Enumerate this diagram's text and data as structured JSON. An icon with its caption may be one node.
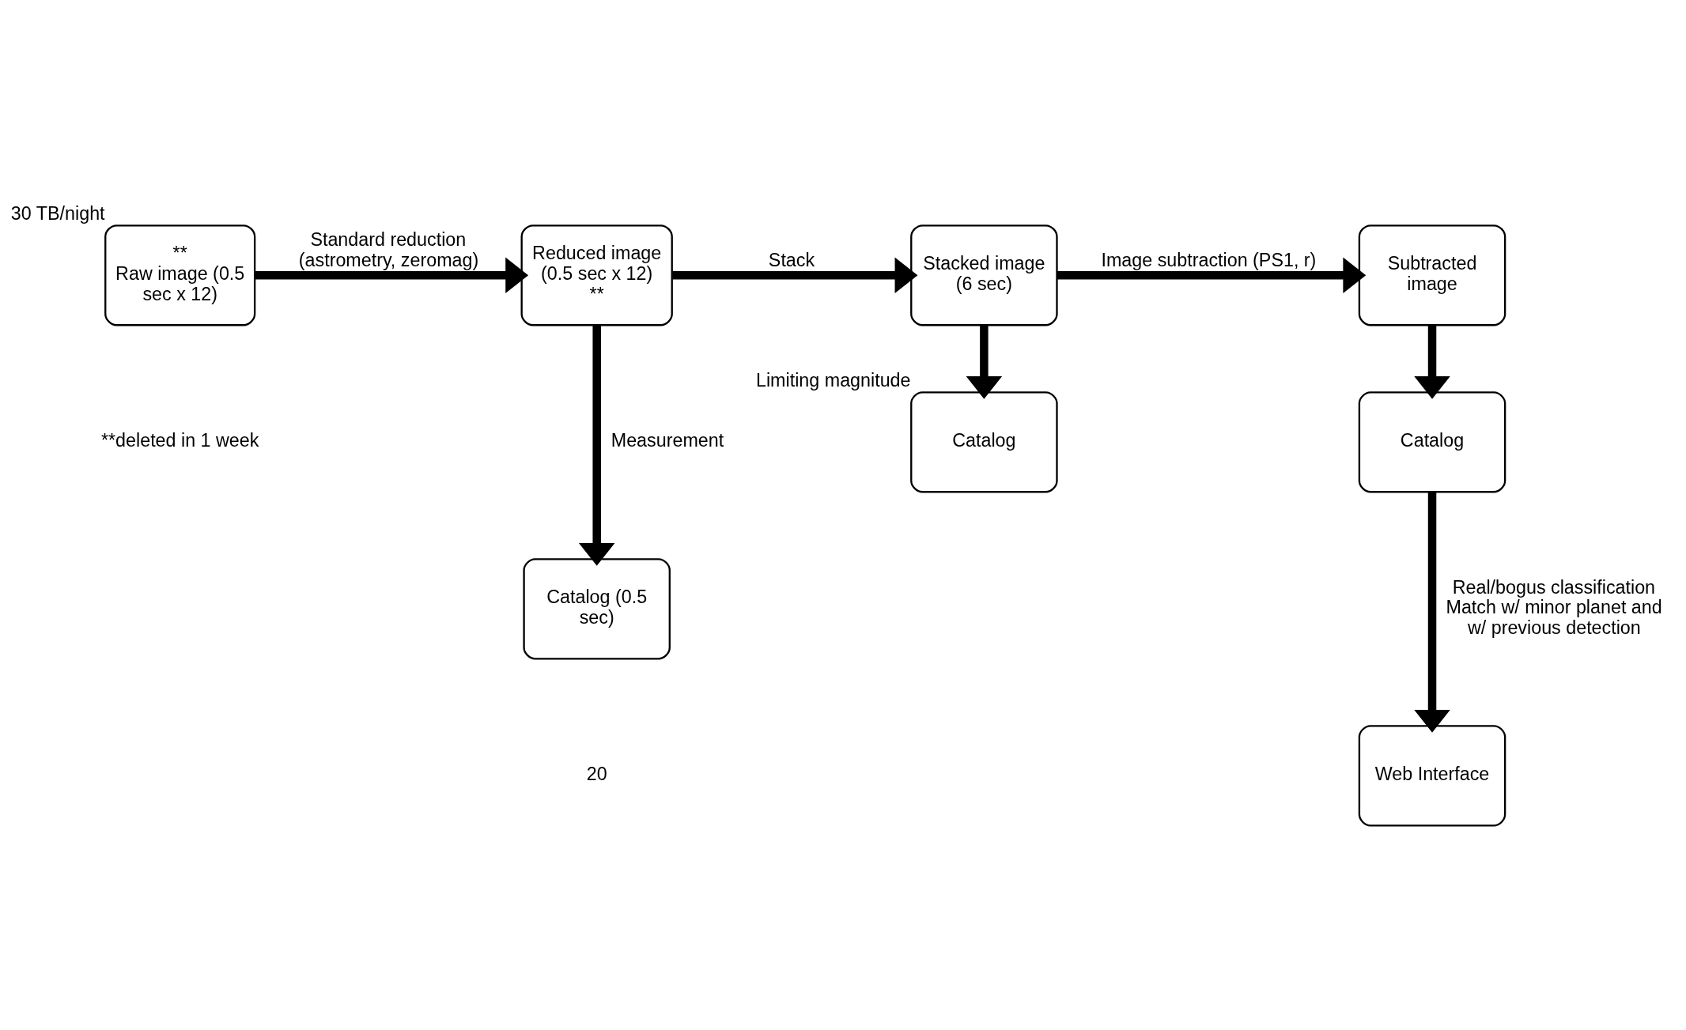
{
  "diagram": {
    "nodes": [
      {
        "text": [
          "**",
          "Raw image (0.5 sec x 12)"
        ],
        "beside": [
          "30 TB/night"
        ]
      },
      {
        "text": [
          "Reduced image (0.5 sec x 12)",
          "**"
        ]
      },
      {
        "text": [
          "Stacked image (6 sec)"
        ]
      },
      {
        "text": [
          "Subtracted image"
        ]
      },
      {
        "text": [
          "Catalog (0.5 sec)"
        ]
      },
      {
        "text": [
          "Catalog"
        ],
        "beside": [
          "Limiting magnitude"
        ]
      },
      {
        "text": [
          "Catalog"
        ]
      },
      {
        "text": [
          "Web Interface"
        ]
      }
    ],
    "edges": [
      {
        "from": 0,
        "to": 1,
        "arrow": "to",
        "label": "Standard reduction (astrometry, zeromag)"
      },
      {
        "from": 1,
        "to": 2,
        "arrow": "to",
        "label": "Stack"
      },
      {
        "from": 2,
        "to": 3,
        "arrow": "to",
        "label": "Image subtraction (PS1, r)"
      },
      {
        "from": 1,
        "to": 4,
        "arrow": "to",
        "label": "Measurement"
      },
      {
        "from": 2,
        "to": 5,
        "arrow": "to"
      },
      {
        "from": 3,
        "to": 6,
        "arrow": "to"
      },
      {
        "from": 6,
        "to": 7,
        "arrow": "to",
        "label": "Real/bogus classification Match w/ minor planet and w/ previous detection"
      }
    ],
    "labels": [
      "**deleted in 1 week",
      "20"
    ]
  }
}
